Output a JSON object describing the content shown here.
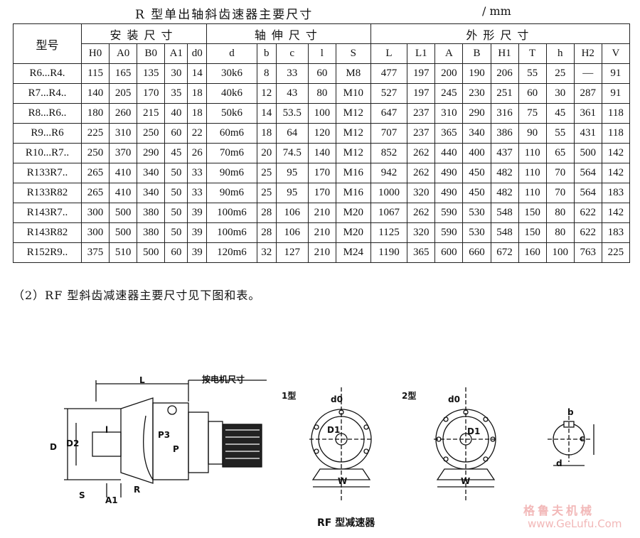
{
  "title": {
    "main": "R 型单出轴斜齿速器主要尺寸",
    "unit": "/ mm"
  },
  "table": {
    "model_header": "型号",
    "groups": [
      "安装尺寸",
      "轴伸尺寸",
      "外形尺寸"
    ],
    "columns": [
      "H0",
      "A0",
      "B0",
      "A1",
      "d0",
      "d",
      "b",
      "c",
      "l",
      "S",
      "L",
      "L1",
      "A",
      "B",
      "H1",
      "T",
      "h",
      "H2",
      "V"
    ],
    "rows": [
      [
        "R6...R4.",
        "115",
        "165",
        "135",
        "30",
        "14",
        "30k6",
        "8",
        "33",
        "60",
        "M8",
        "477",
        "197",
        "200",
        "190",
        "206",
        "55",
        "25",
        "—",
        "91"
      ],
      [
        "R7...R4..",
        "140",
        "205",
        "170",
        "35",
        "18",
        "40k6",
        "12",
        "43",
        "80",
        "M10",
        "527",
        "197",
        "245",
        "230",
        "251",
        "60",
        "30",
        "287",
        "91"
      ],
      [
        "R8...R6..",
        "180",
        "260",
        "215",
        "40",
        "18",
        "50k6",
        "14",
        "53.5",
        "100",
        "M12",
        "647",
        "237",
        "310",
        "290",
        "316",
        "75",
        "45",
        "361",
        "118"
      ],
      [
        "R9...R6",
        "225",
        "310",
        "250",
        "60",
        "22",
        "60m6",
        "18",
        "64",
        "120",
        "M12",
        "707",
        "237",
        "365",
        "340",
        "386",
        "90",
        "55",
        "431",
        "118"
      ],
      [
        "R10...R7..",
        "250",
        "370",
        "290",
        "45",
        "26",
        "70m6",
        "20",
        "74.5",
        "140",
        "M12",
        "852",
        "262",
        "440",
        "400",
        "437",
        "110",
        "65",
        "500",
        "142"
      ],
      [
        "R133R7..",
        "265",
        "410",
        "340",
        "50",
        "33",
        "90m6",
        "25",
        "95",
        "170",
        "M16",
        "942",
        "262",
        "490",
        "450",
        "482",
        "110",
        "70",
        "564",
        "142"
      ],
      [
        "R133R82",
        "265",
        "410",
        "340",
        "50",
        "33",
        "90m6",
        "25",
        "95",
        "170",
        "M16",
        "1000",
        "320",
        "490",
        "450",
        "482",
        "110",
        "70",
        "564",
        "183"
      ],
      [
        "R143R7..",
        "300",
        "500",
        "380",
        "50",
        "39",
        "100m6",
        "28",
        "106",
        "210",
        "M20",
        "1067",
        "262",
        "590",
        "530",
        "548",
        "150",
        "80",
        "622",
        "142"
      ],
      [
        "R143R82",
        "300",
        "500",
        "380",
        "50",
        "39",
        "100m6",
        "28",
        "106",
        "210",
        "M20",
        "1125",
        "320",
        "590",
        "530",
        "548",
        "150",
        "80",
        "622",
        "183"
      ],
      [
        "R152R9..",
        "375",
        "510",
        "500",
        "60",
        "39",
        "120m6",
        "32",
        "127",
        "210",
        "M24",
        "1190",
        "365",
        "600",
        "660",
        "672",
        "160",
        "100",
        "763",
        "225"
      ]
    ]
  },
  "note": "（2）RF 型斜齿减速器主要尺寸见下图和表。",
  "drawing": {
    "label_L": "L",
    "motor_label": "按电机尺寸",
    "type1": "1型",
    "type2": "2型",
    "d0": "d0",
    "D1": "D1",
    "W": "W",
    "b": "b",
    "c": "c",
    "d": "d",
    "D": "D",
    "D2": "D2",
    "l": "l",
    "S": "S",
    "A1": "A1",
    "R": "R",
    "P": "P",
    "P3": "P3"
  },
  "caption": "RF 型减速器",
  "watermark": {
    "cn": "格鲁夫机械",
    "url": "www.GeLufu.Com"
  }
}
